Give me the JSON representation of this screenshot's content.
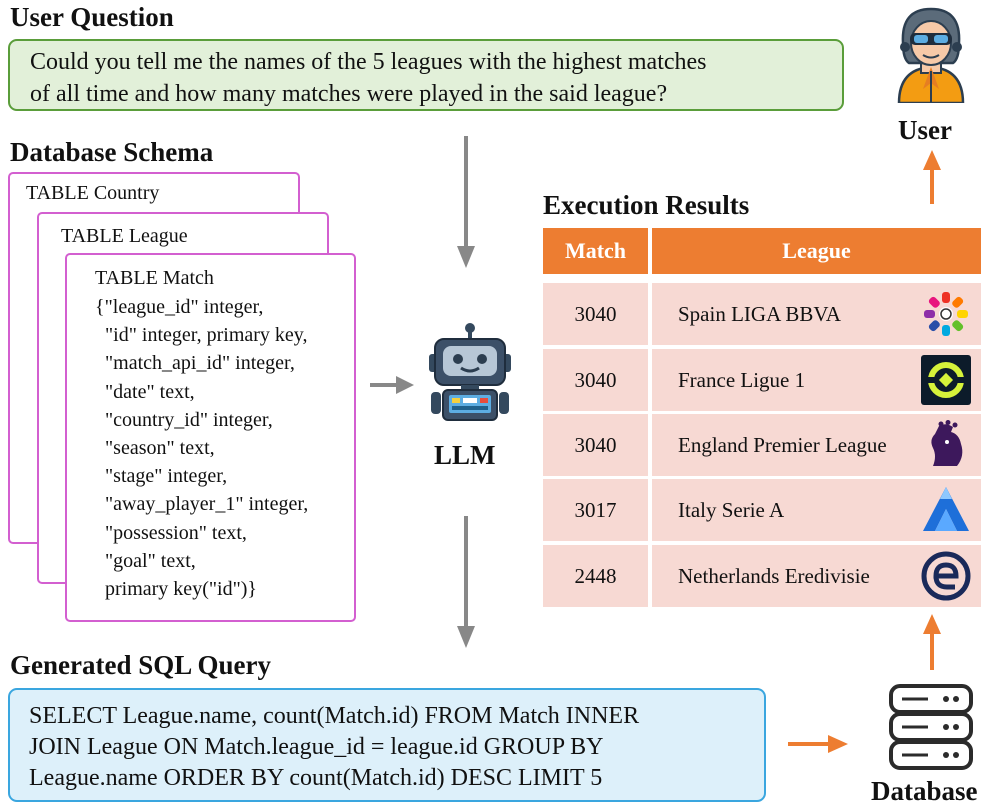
{
  "question": {
    "heading": "User Question",
    "lines": [
      "Could you tell me the names of the 5 leagues with the highest matches",
      "of all time and how many matches were played in the said league?"
    ]
  },
  "schema": {
    "heading": "Database Schema",
    "tables": [
      "TABLE Country",
      "TABLE League",
      "TABLE Match"
    ],
    "match_columns": "{\"league_id\" integer,\n  \"id\" integer, primary key,\n  \"match_api_id\" integer,\n  \"date\" text,\n  \"country_id\" integer,\n  \"season\" text,\n  \"stage\" integer,\n  \"away_player_1\" integer,\n  \"possession\" text,\n  \"goal\" text,\n  primary key(\"id\")}"
  },
  "llm": {
    "label": "LLM",
    "icon": "robot-icon"
  },
  "sql": {
    "heading": "Generated SQL Query",
    "lines": [
      "SELECT League.name, count(Match.id) FROM Match INNER",
      "JOIN League ON Match.league_id = league.id GROUP BY",
      "League.name ORDER BY count(Match.id) DESC LIMIT 5"
    ]
  },
  "results": {
    "heading": "Execution Results",
    "columns": [
      "Match",
      "League"
    ],
    "rows": [
      {
        "match": "3040",
        "league": "Spain LIGA BBVA",
        "logo": "laliga-logo"
      },
      {
        "match": "3040",
        "league": "France Ligue 1",
        "logo": "ligue1-logo"
      },
      {
        "match": "3040",
        "league": "England Premier League",
        "logo": "premier-league-logo"
      },
      {
        "match": "3017",
        "league": "Italy Serie A",
        "logo": "serie-a-logo"
      },
      {
        "match": "2448",
        "league": "Netherlands Eredivisie",
        "logo": "eredivisie-logo"
      }
    ]
  },
  "user": {
    "label": "User",
    "icon": "user-icon"
  },
  "database": {
    "label": "Database",
    "icon": "database-icon"
  },
  "colors": {
    "accent": "#ed7d31",
    "arrow_gray": "#888888",
    "row_bg": "#f7d9d3",
    "question_bg": "#e2f0d9",
    "sql_bg": "#ddf0fa",
    "schema_border": "#d35fd0"
  }
}
